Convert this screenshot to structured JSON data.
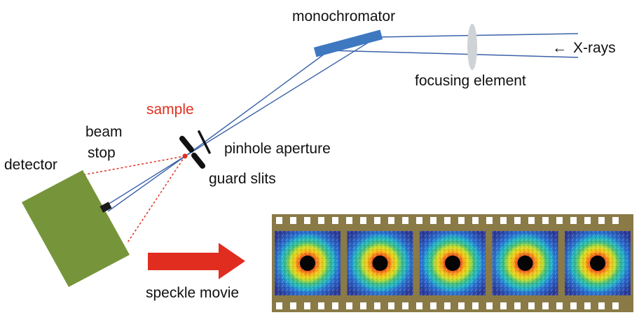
{
  "labels": {
    "monochromator": "monochromator",
    "xrays": "X-rays",
    "xrays_arrow": "←",
    "focusing_element": "focusing element",
    "sample": "sample",
    "beam": "beam",
    "stop": "stop",
    "detector": "detector",
    "pinhole_aperture": "pinhole aperture",
    "guard_slits": "guard slits",
    "speckle_movie": "speckle movie"
  },
  "colors": {
    "beam_line": "#3b62a8",
    "monochromator": "#3e78c0",
    "lens": "#cfd3d6",
    "sample_dot": "#e0301e",
    "scatter_line": "#e0301e",
    "detector": "#76953a",
    "beam_stop": "#1a1a1a",
    "slits": "#111111",
    "big_arrow": "#e02d1f",
    "film": "#8a7a46",
    "film_hole": "#ffffff"
  },
  "film": {
    "frame_count": 5
  }
}
